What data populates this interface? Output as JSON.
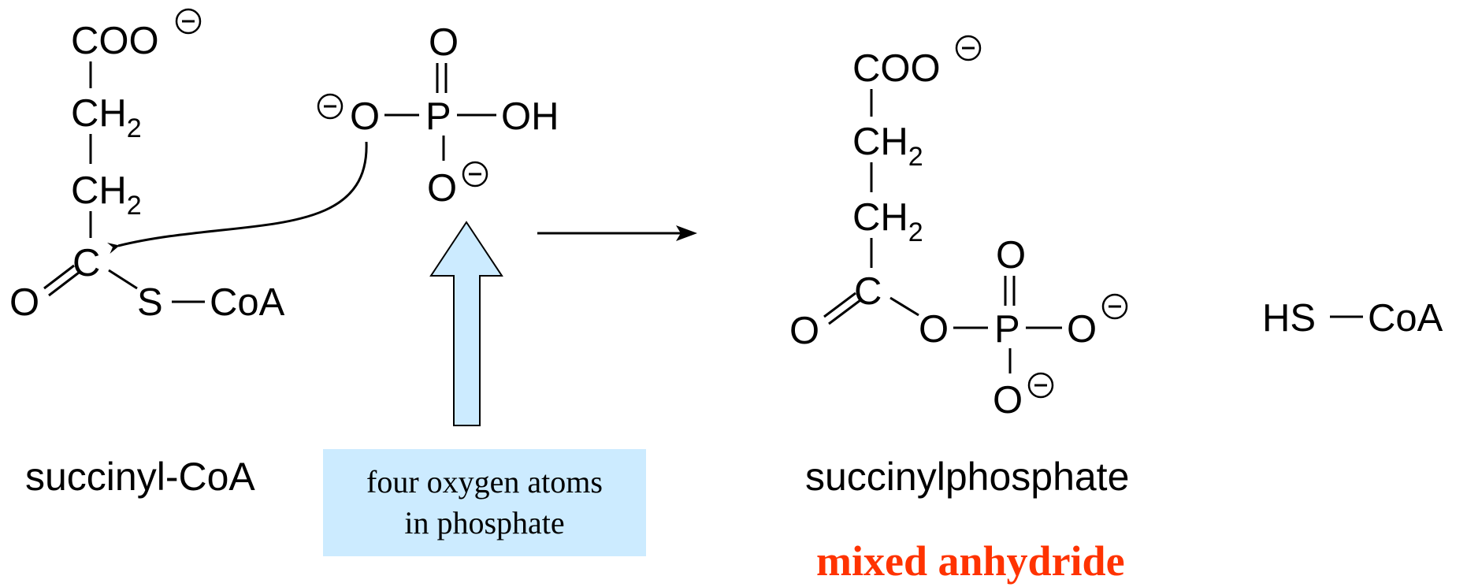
{
  "colors": {
    "ink": "#000000",
    "note_box_fill": "#CCEBFF",
    "arrow_fill": "#CCEBFF",
    "highlight": "#FF3300"
  },
  "succinyl_coa": {
    "carboxylate": "COO",
    "ch2": "CH",
    "ch2_subscript": "2",
    "carbonyl_o": "O",
    "carbonyl_c": "C",
    "sulfur": "S",
    "coa": "CoA",
    "name": "succinyl-CoA"
  },
  "phosphate": {
    "o_left": "O",
    "p": "P",
    "o_top": "O",
    "oh": "OH",
    "o_bottom": "O"
  },
  "note": {
    "line1": "four oxygen atoms",
    "line2": "in phosphate"
  },
  "succinylphosphate": {
    "carboxylate": "COO",
    "ch2": "CH",
    "ch2_subscript": "2",
    "carbonyl_o": "O",
    "carbonyl_c": "C",
    "bridge_o": "O",
    "p": "P",
    "o_top": "O",
    "o_right": "O",
    "o_bottom": "O",
    "name": "succinylphosphate",
    "label": "mixed anhydride"
  },
  "hs_coa": {
    "hs": "HS",
    "coa": "CoA"
  }
}
